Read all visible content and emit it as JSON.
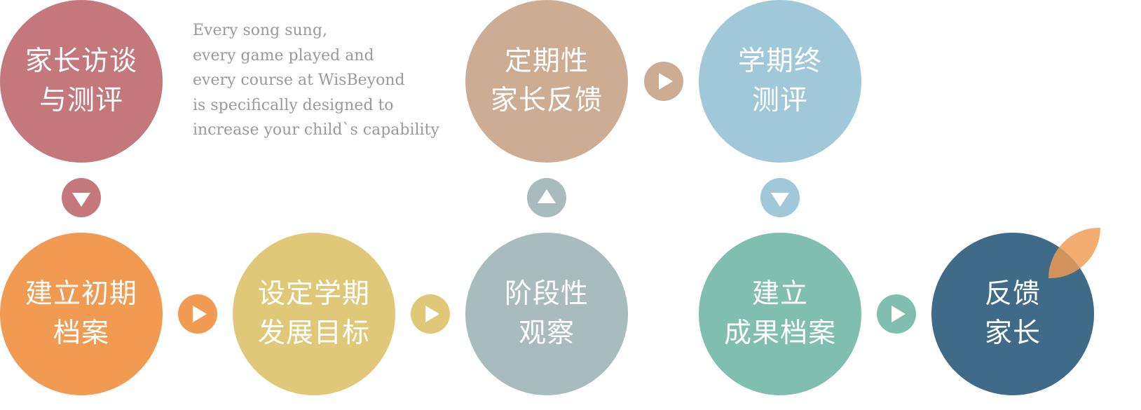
{
  "tagline": {
    "lines": [
      "Every song sung,",
      "every game played and",
      "every course at WisBeyond",
      "is specifically designed to",
      "increase your child`s capability"
    ]
  },
  "steps": {
    "parent_interview": {
      "label": "家长访谈\n与测评",
      "color": "#c4787c"
    },
    "initial_profile": {
      "label": "建立初期\n档案",
      "color": "#f19b52"
    },
    "semester_goals": {
      "label": "设定学期\n发展目标",
      "color": "#dfc978"
    },
    "stage_observation": {
      "label": "阶段性\n观察",
      "color": "#a8bbbd"
    },
    "periodic_feedback": {
      "label": "定期性\n家长反馈",
      "color": "#cdac94"
    },
    "term_assessment": {
      "label": "学期终\n测评",
      "color": "#a0c8d9"
    },
    "achievement_profile": {
      "label": "建立\n成果档案",
      "color": "#80bfb0"
    },
    "parent_feedback": {
      "label": "反馈\n家长",
      "color": "#3f6b88"
    }
  },
  "arrows": {
    "interview_to_profile": {
      "direction": "down",
      "color": "#c4787c"
    },
    "profile_to_goals": {
      "direction": "right",
      "color": "#f19b52"
    },
    "goals_to_observation": {
      "direction": "right",
      "color": "#dfc978"
    },
    "observation_to_feedback": {
      "direction": "up",
      "color": "#a8bbbd"
    },
    "feedback_to_term": {
      "direction": "right",
      "color": "#cdac94"
    },
    "term_to_achievement": {
      "direction": "down",
      "color": "#a0c8d9"
    },
    "achievement_to_parent": {
      "direction": "right",
      "color": "#80bfb0"
    }
  },
  "decoration": {
    "leaf_color": "#f19b52"
  }
}
